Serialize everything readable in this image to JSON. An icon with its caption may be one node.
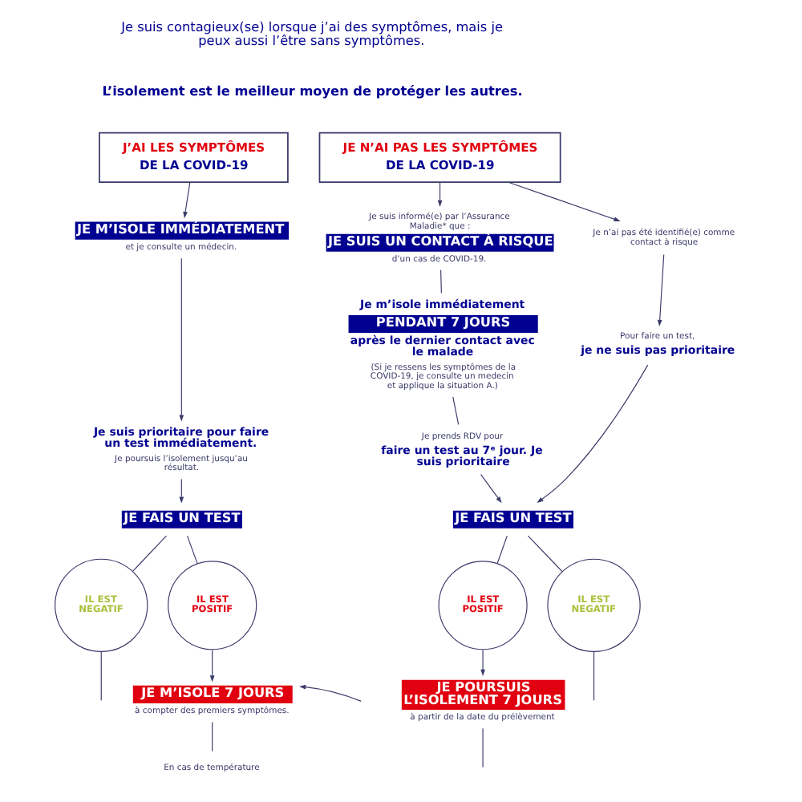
{
  "diagram": {
    "nodes": [
      {
        "text": [
          "J’AI LES SYMPTÔMES",
          "DE LA COVID-19"
        ]
      },
      {
        "text": [
          "JE N’AI PAS LES SYMPTÔMES",
          "DE LA COVID-19"
        ]
      },
      {
        "text": [
          "JE M’ISOLE IMMÉDIATEMENT",
          "et je consulte un médecin."
        ]
      },
      {
        "text": [
          "Je suis prioritaire pour faire un test immédiatement.",
          "Je poursuis l’isolement jusqu’au résultat."
        ]
      },
      {
        "text": [
          "Je suis informé(e) par l’Assurance Maladie* que :",
          "JE SUIS UN CONTACT À RISQUE",
          "d’un cas de COVID-19."
        ]
      },
      {
        "text": [
          "Je m’isole immédiatement",
          "PENDANT 7 JOURS",
          "après le dernier contact avec le malade",
          "(Si je ressens les symptômes de la COVID-19, je consulte un medecin et applique la situation A.)"
        ]
      },
      {
        "text": [
          "Je prends RDV pour",
          "faire un test au 7ᵉ jour. Je suis prioritaire"
        ]
      },
      {
        "text": [
          "Je n’ai pas été identifié(e) comme contact à risque"
        ]
      },
      {
        "text": [
          "Pour faire un test,",
          "je ne suis pas prioritaire"
        ]
      },
      {
        "text": [
          "JE FAIS UN TEST"
        ]
      },
      {
        "text": [
          "JE FAIS UN TEST"
        ]
      },
      {
        "text": [
          "IL EST NEGATIF"
        ]
      },
      {
        "text": [
          "IL EST POSITIF"
        ]
      },
      {
        "text": [
          "JE M’ISOLE 7 JOURS",
          "à compter des premiers symptômes."
        ]
      },
      {
        "text": [
          "En cas de température"
        ]
      },
      {
        "text": [
          "IL EST POSITIF"
        ]
      },
      {
        "text": [
          "IL EST NEGATIF"
        ]
      },
      {
        "text": [
          "JE POURSUIS L’ISOLEMENT 7 JOURS",
          "à partir de la date du prélèvement"
        ]
      }
    ],
    "edges": [
      {
        "from": 0,
        "to": 2,
        "arrow": "to"
      },
      {
        "from": 2,
        "to": 3,
        "arrow": "to"
      },
      {
        "from": 3,
        "to": 9,
        "arrow": "to"
      },
      {
        "from": 1,
        "to": 4,
        "arrow": "to"
      },
      {
        "from": 1,
        "to": 7,
        "arrow": "to"
      },
      {
        "from": 4,
        "to": 5,
        "arrow": "none"
      },
      {
        "from": 5,
        "to": 6,
        "arrow": "none"
      },
      {
        "from": 6,
        "to": 10,
        "arrow": "to"
      },
      {
        "from": 7,
        "to": 8,
        "arrow": "to"
      },
      {
        "from": 8,
        "to": 10,
        "arrow": "to"
      },
      {
        "from": 9,
        "to": 11,
        "arrow": "none"
      },
      {
        "from": 9,
        "to": 12,
        "arrow": "none"
      },
      {
        "from": 12,
        "to": 13,
        "arrow": "to"
      },
      {
        "from": 13,
        "to": 14,
        "arrow": "none"
      },
      {
        "from": null,
        "to": 13,
        "arrow": "to"
      },
      {
        "from": 10,
        "to": 15,
        "arrow": "none"
      },
      {
        "from": 10,
        "to": 16,
        "arrow": "none"
      },
      {
        "from": 15,
        "to": 17,
        "arrow": "to"
      },
      {
        "from": 11,
        "to": null,
        "arrow": "none"
      },
      {
        "from": 16,
        "to": null,
        "arrow": "none"
      },
      {
        "from": 17,
        "to": null,
        "arrow": "none"
      }
    ],
    "labels": [
      "Je suis contagieux(se) lorsque j’ai des symptômes, mais je peux aussi l’être sans symptômes.",
      "L’isolement est le meilleur moyen de protéger les autres."
    ]
  }
}
